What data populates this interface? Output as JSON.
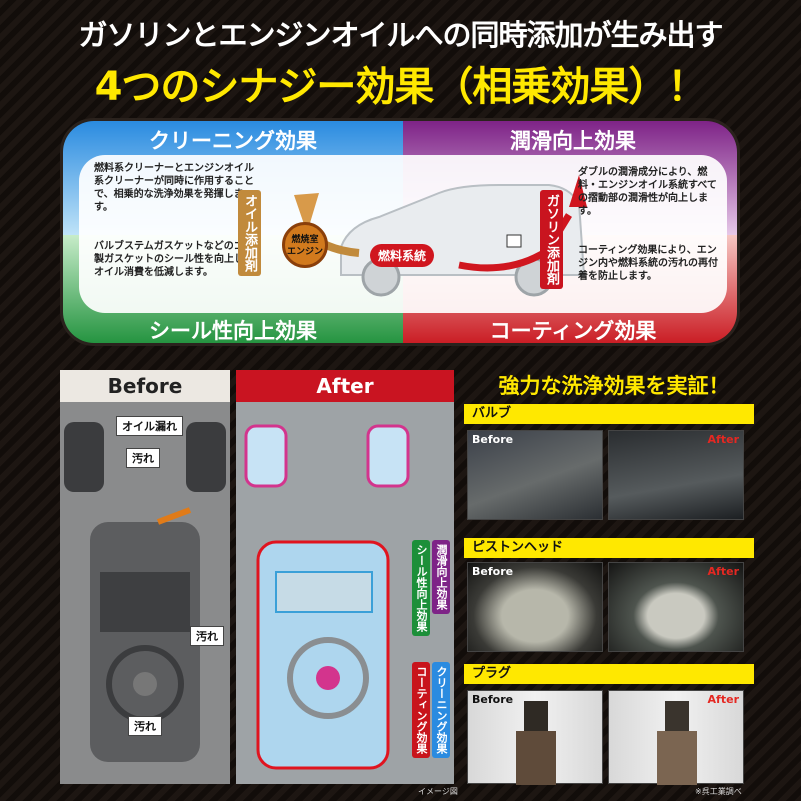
{
  "headline": {
    "line1": "ガソリンとエンジンオイルへの同時添加が生み出す",
    "line2": "4つのシナジー効果（相乗効果）！"
  },
  "synergy": {
    "cleaning": {
      "title": "クリーニング効果",
      "text": "燃料系クリーナーとエンジンオイル系クリーナーが同時に作用することで、相乗的な洗浄効果を発揮します。"
    },
    "lubrication": {
      "title": "潤滑向上効果",
      "text": "ダブルの潤滑成分により、燃料・エンジンオイル系統すべての摺動部の潤滑性が向上します。"
    },
    "sealing": {
      "title": "シール性向上効果",
      "text": "バルブステムガスケットなどのゴム製ガスケットのシール性を向上し、オイル消費を低減します。"
    },
    "coating": {
      "title": "コーティング効果",
      "text": "コーティング効果により、エンジン内や燃料系統の汚れの再付着を防止します。"
    },
    "oil_additive": "オイル添加剤",
    "gas_additive": "ガソリン添加剤",
    "fuel_system": "燃料系統",
    "engine": [
      "燃焼室",
      "エンジン"
    ]
  },
  "before_after": {
    "before": "Before",
    "after": "After",
    "oil_leak": "オイル漏れ",
    "dirt1": "汚れ",
    "dirt2": "汚れ",
    "dirt3": "汚れ",
    "lab_seal": "シール性向上効果",
    "lab_lube": "潤滑向上効果",
    "lab_coat": "コーティング効果",
    "lab_clean": "クリーニング効果",
    "image_note": "イメージ図"
  },
  "proof": {
    "title": "強力な洗浄効果を実証！",
    "sections": [
      {
        "label": "バルブ",
        "before": "Before",
        "after": "After"
      },
      {
        "label": "ピストンヘッド",
        "before": "Before",
        "after": "After"
      },
      {
        "label": "プラグ",
        "before": "Before",
        "after": "After"
      }
    ],
    "source_note": "※呉工業調べ"
  },
  "colors": {
    "cleaning": "#2a8be0",
    "lubrication": "#7e2387",
    "sealing": "#1c8f39",
    "coating": "#c8141c",
    "accent": "#ffe800"
  }
}
